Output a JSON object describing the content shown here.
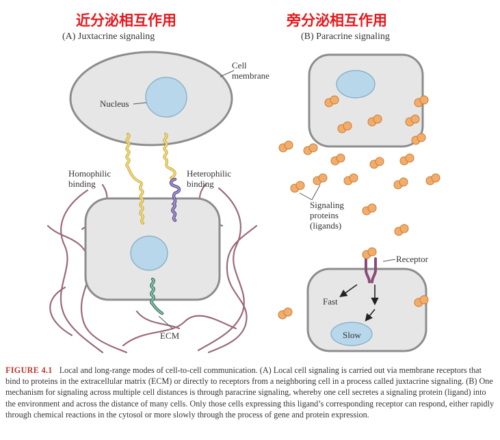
{
  "titles": {
    "left_cn": "近分泌相互作用",
    "right_cn": "旁分泌相互作用",
    "panel_a": "(A)  Juxtacrine signaling",
    "panel_b": "(B)  Paracrine signaling"
  },
  "labels": {
    "cell_membrane": "Cell\nmembrane",
    "nucleus": "Nucleus",
    "homophilic": "Homophilic\nbinding",
    "heterophilic": "Heterophilic\nbinding",
    "ecm": "ECM",
    "signaling_proteins": "Signaling\nproteins\n(ligands)",
    "receptor": "Receptor",
    "fast": "Fast",
    "slow": "Slow"
  },
  "caption": {
    "figure_number": "FIGURE 4.1",
    "text": "Local and long-range modes of cell-to-cell communication. (A) Local cell signaling is carried out via membrane receptors that bind to proteins in the extracellular matrix (ECM) or directly to receptors from a neighboring cell in a process called juxtacrine signaling. (B) One mechanism for signaling across multiple cell distances is through paracrine signaling, whereby one cell secretes a signaling protein (ligand) into the environment and across the distance of many cells. Only those cells expressing this ligand’s corresponding receptor can respond, either rapidly through chemical reactions in the cytosol or more slowly through the process of gene and protein expression."
  },
  "colors": {
    "title_red": "#e8161a",
    "cell_fill": "#e6e6e6",
    "cell_stroke": "#8c8c8c",
    "nucleus_fill": "#b8d7ea",
    "homophilic": "#d9b84a",
    "heterophilic": "#7c6aa8",
    "ecm_anchor": "#4e8b76",
    "ecm_fiber": "#9a6a7a",
    "ligand": "#f2ad6b",
    "receptor": "#8a4b7a",
    "caption_red": "#c0362c"
  }
}
